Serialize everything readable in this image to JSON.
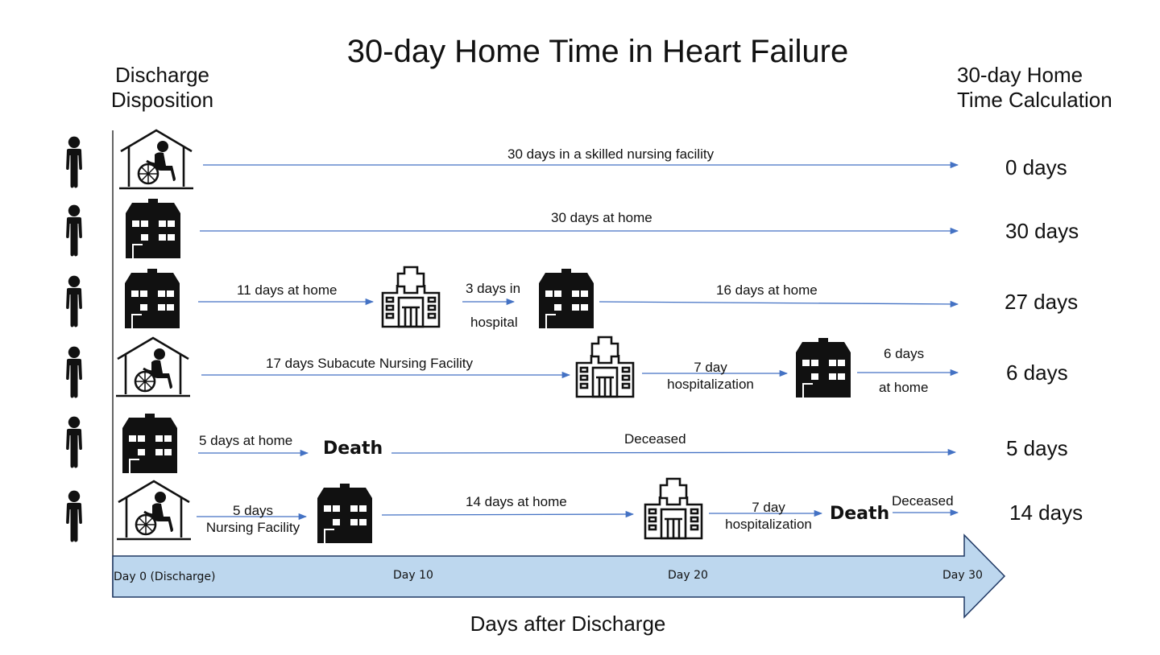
{
  "title": "30-day Home Time in Heart Failure",
  "header_left": [
    "Discharge",
    "Disposition"
  ],
  "header_right": [
    "30-day Home",
    "Time Calculation"
  ],
  "rows": [
    {
      "result": "0 days",
      "segments": [
        {
          "lines": [
            "30 days in a skilled nursing facility"
          ]
        }
      ]
    },
    {
      "result": "30 days",
      "segments": [
        {
          "lines": [
            "30 days at home"
          ]
        }
      ]
    },
    {
      "result": "27 days",
      "segments": [
        {
          "lines": [
            "11 days at home"
          ]
        },
        {
          "lines": [
            "3 days in",
            "hospital"
          ]
        },
        {
          "lines": [
            "16 days at home"
          ]
        }
      ]
    },
    {
      "result": "6 days",
      "segments": [
        {
          "lines": [
            "17 days Subacute Nursing Facility"
          ]
        },
        {
          "lines": [
            "7 day",
            "hospitalization"
          ]
        },
        {
          "lines": [
            "6 days",
            "at home"
          ]
        }
      ]
    },
    {
      "result": "5 days",
      "segments": [
        {
          "lines": [
            "5 days at home"
          ]
        },
        {
          "lines": [
            "Deceased"
          ]
        }
      ],
      "death_label": "Death"
    },
    {
      "result": "14 days",
      "segments": [
        {
          "lines": [
            "5 days",
            "Nursing Facility"
          ]
        },
        {
          "lines": [
            "14 days at home"
          ]
        },
        {
          "lines": [
            "7 day",
            "hospitalization"
          ]
        },
        {
          "lines": [
            "Deceased"
          ]
        }
      ],
      "death_label": "Death"
    }
  ],
  "axis": {
    "ticks": [
      "Day 0 (Discharge)",
      "Day 10",
      "Day 20",
      "Day 30"
    ],
    "label": "Days after Discharge",
    "fill_color": "#bdd7ee",
    "border_color": "#1f3864"
  },
  "arrow_color": "#4472c4",
  "icons": {
    "person": "person-icon",
    "nursing_facility": "nursing-facility-icon",
    "home": "house-icon",
    "hospital": "hospital-icon"
  }
}
